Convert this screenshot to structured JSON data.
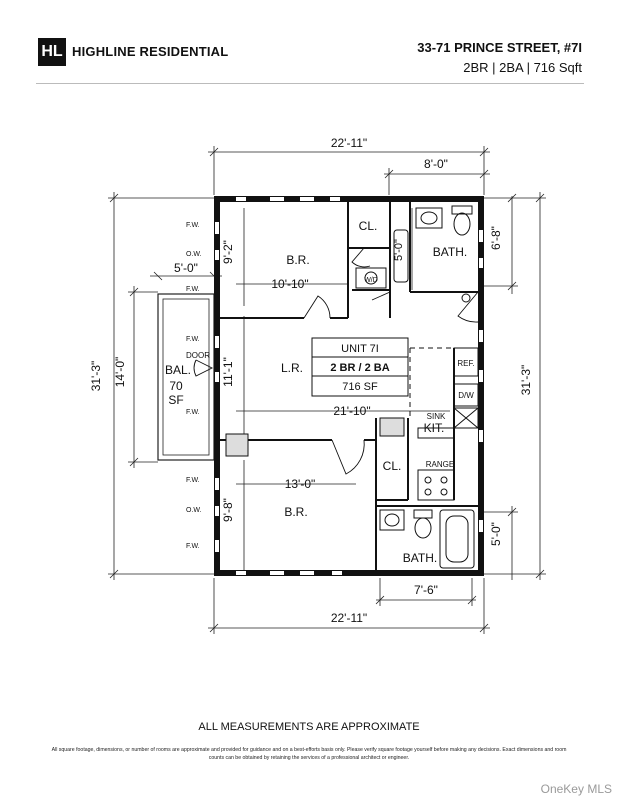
{
  "header": {
    "logo_text": "HL",
    "brand": "HIGHLINE RESIDENTIAL",
    "address": "33-71 PRINCE STREET, #7I",
    "specs": "2BR | 2BA | 716 Sqft"
  },
  "plan": {
    "dims": {
      "top_width": "22'-11\"",
      "bottom_width": "22'-11\"",
      "bath_width_top": "8'-0\"",
      "bath_width_bottom": "7'-6\"",
      "left_height": "31'-3\"",
      "right_height": "31'-3\"",
      "balcony_height": "14'-0\"",
      "balcony_width": "5'-0\"",
      "br1_height": "9'-2\"",
      "br1_width": "10'-10\"",
      "lr_height": "11'-1\"",
      "lr_width": "21'-10\"",
      "br2_width": "13'-0\"",
      "br2_height": "9'-8\"",
      "bath1_height": "6'-8\"",
      "bath2_height": "5'-0\"",
      "closet_dim": "5'-0\""
    },
    "rooms": {
      "br1": "B.R.",
      "br2": "B.R.",
      "lr": "L.R.",
      "bath1": "BATH.",
      "bath2": "BATH.",
      "closet1": "CL.",
      "closet2": "CL.",
      "kit": "KIT.",
      "sink": "SINK",
      "range": "RANGE",
      "ref": "REF.",
      "dw": "D/W",
      "wd": "W/D",
      "door": "DOOR",
      "balcony": "BAL.",
      "balcony_area": "70",
      "balcony_unit": "SF"
    },
    "unit_box": {
      "unit": "UNIT 7I",
      "beds_baths": "2 BR / 2 BA",
      "area": "716 SF"
    },
    "window_labels": [
      "F.W.",
      "O.W.",
      "F.W.",
      "F.W.",
      "F.W.",
      "F.W.",
      "O.W.",
      "F.W."
    ]
  },
  "footer": {
    "title": "ALL MEASUREMENTS ARE APPROXIMATE",
    "disclaimer": "All square footage, dimensions, or number of rooms are approximate and provided for guidance and on a best-efforts basis only. Please verify square footage yourself before making any decisions. Exact dimensions and room counts can be obtained by retaining the services of a professional architect or engineer.",
    "watermark": "OneKey MLS"
  }
}
